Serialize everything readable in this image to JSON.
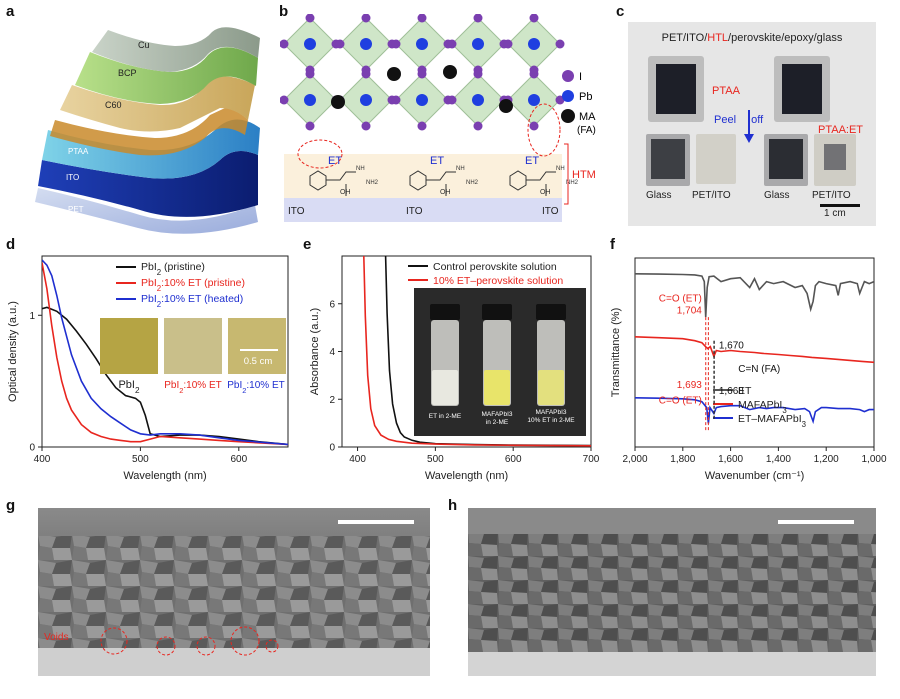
{
  "panels": {
    "a": {
      "label": "a",
      "layers": [
        "Cu",
        "BCP",
        "C60",
        "PTAA",
        "ITO",
        "PET"
      ]
    },
    "b": {
      "label": "b",
      "legend": [
        {
          "symbol": "I",
          "color": "#7a3fb0"
        },
        {
          "symbol": "Pb",
          "color": "#1f3fe0"
        },
        {
          "symbol": "MA",
          "sub": "(FA)",
          "color": "#111111"
        }
      ],
      "htm_label": "HTM",
      "et_label": "ET",
      "ito_label": "ITO",
      "oh_label": "OH",
      "nh2_label": "NH2",
      "nh_label": "NH"
    },
    "c": {
      "label": "c",
      "stack_parts": [
        "PET/ITO/",
        "HTL",
        "/perovskite/epoxy/glass"
      ],
      "ptaa": "PTAA",
      "ptaa_et": "PTAA:ET",
      "peel_word1": "Peel",
      "peel_word2": "off",
      "glass": "Glass",
      "pet_ito": "PET/ITO",
      "scale": "1 cm"
    },
    "g": {
      "label": "g",
      "voids": "Voids"
    },
    "h": {
      "label": "h"
    }
  },
  "chart_data": [
    {
      "panel": "d",
      "type": "line",
      "xlabel": "Wavelength (nm)",
      "ylabel": "Optical density (a.u.)",
      "xlim": [
        400,
        650
      ],
      "ylim": [
        0,
        1.45
      ],
      "xticks": [
        400,
        500,
        600
      ],
      "yticks": [
        0,
        1
      ],
      "series": [
        {
          "name": "PbI2 (pristine)",
          "color": "#111111",
          "x": [
            400,
            405,
            415,
            425,
            435,
            445,
            455,
            465,
            475,
            485,
            495,
            500,
            505,
            510,
            520,
            540,
            560,
            580,
            600,
            620,
            650
          ],
          "y": [
            1.05,
            1.06,
            1.03,
            0.97,
            0.88,
            0.78,
            0.67,
            0.55,
            0.45,
            0.39,
            0.37,
            0.34,
            0.24,
            0.1,
            0.08,
            0.09,
            0.09,
            0.08,
            0.06,
            0.04,
            0.02
          ]
        },
        {
          "name": "PbI2:10% ET (pristine)",
          "color": "#e8261f",
          "x": [
            400,
            405,
            410,
            415,
            420,
            425,
            430,
            440,
            450,
            460,
            470,
            480,
            490,
            500,
            510,
            520,
            540,
            560,
            580,
            600,
            650
          ],
          "y": [
            1.4,
            1.2,
            0.92,
            0.68,
            0.5,
            0.37,
            0.28,
            0.17,
            0.11,
            0.08,
            0.06,
            0.05,
            0.04,
            0.04,
            0.06,
            0.08,
            0.07,
            0.06,
            0.05,
            0.04,
            0.02
          ]
        },
        {
          "name": "PbI2:10% ET (heated)",
          "color": "#1f2fd0",
          "x": [
            400,
            405,
            410,
            415,
            420,
            430,
            440,
            450,
            460,
            470,
            480,
            490,
            500,
            510,
            520,
            540,
            560,
            580,
            600,
            650
          ],
          "y": [
            1.42,
            1.38,
            1.3,
            1.15,
            0.98,
            0.7,
            0.5,
            0.37,
            0.29,
            0.23,
            0.18,
            0.13,
            0.1,
            0.09,
            0.1,
            0.1,
            0.09,
            0.07,
            0.05,
            0.02
          ]
        }
      ],
      "photo_labels": [
        [
          {
            "t": "PbI",
            "c": "#222222"
          },
          {
            "t": "2",
            "c": "#222222",
            "sub": true
          }
        ],
        [
          {
            "t": "PbI",
            "c": "#e8261f"
          },
          {
            "t": "2",
            "c": "#e8261f",
            "sub": true
          },
          {
            "t": ":10% ET",
            "c": "#e8261f"
          }
        ],
        [
          {
            "t": "PbI",
            "c": "#1f2fd0"
          },
          {
            "t": "2",
            "c": "#1f2fd0",
            "sub": true
          },
          {
            "t": ":10% ET",
            "c": "#1f2fd0"
          }
        ]
      ],
      "photo_scale": "0.5 cm"
    },
    {
      "panel": "e",
      "type": "line",
      "xlabel": "Wavelength (nm)",
      "ylabel": "Absorbance (a.u.)",
      "xlim": [
        380,
        700
      ],
      "ylim": [
        0,
        8
      ],
      "xticks": [
        400,
        500,
        600,
        700
      ],
      "yticks": [
        0,
        2,
        4,
        6
      ],
      "series": [
        {
          "name": "Control perovskite solution",
          "color": "#111111",
          "x": [
            436,
            438,
            441,
            445,
            450,
            455,
            460,
            470,
            480,
            500,
            550,
            600,
            700
          ],
          "y": [
            8,
            5.6,
            3.2,
            1.8,
            1.0,
            0.6,
            0.42,
            0.28,
            0.2,
            0.14,
            0.1,
            0.08,
            0.06
          ]
        },
        {
          "name": "10% ET–perovskite solution",
          "color": "#e8261f",
          "x": [
            408,
            410,
            413,
            417,
            422,
            430,
            440,
            450,
            470,
            500,
            550,
            600,
            700
          ],
          "y": [
            8,
            5.5,
            3.0,
            1.6,
            0.9,
            0.5,
            0.32,
            0.24,
            0.16,
            0.12,
            0.09,
            0.07,
            0.05
          ]
        }
      ],
      "vial_labels": [
        "ET in 2-ME",
        "MAFAPbI3 in 2-ME",
        "MAFAPbI3 10% ET in 2-ME"
      ]
    },
    {
      "panel": "f",
      "type": "line",
      "xlabel": "Wavenumber (cm⁻¹)",
      "ylabel": "Transmittance (%)",
      "xlim": [
        2000,
        1000
      ],
      "xticks": [
        2000,
        1800,
        1600,
        1400,
        1200,
        1000
      ],
      "xtick_labels": [
        "2,000",
        "1,800",
        "1,600",
        "1,400",
        "1,200",
        "1,000"
      ],
      "series": [
        {
          "name": "ET",
          "color": "#555555",
          "x": [
            2000,
            1900,
            1800,
            1750,
            1720,
            1710,
            1704,
            1698,
            1690,
            1670,
            1640,
            1600,
            1560,
            1520,
            1500,
            1480,
            1450,
            1420,
            1380,
            1330,
            1300,
            1280,
            1265,
            1255,
            1245,
            1230,
            1200,
            1160,
            1150,
            1140,
            1100,
            1070,
            1060,
            1050,
            1040,
            1020,
            1000
          ],
          "y": [
            100,
            99.8,
            99.6,
            99.4,
            98.8,
            96,
            78,
            93,
            98.5,
            98.8,
            96,
            97.5,
            98,
            93,
            97.5,
            92,
            96,
            95,
            96,
            93,
            94,
            90,
            82,
            86,
            94,
            96,
            95,
            94,
            89,
            95,
            96,
            95,
            90,
            93,
            96,
            95,
            96
          ]
        },
        {
          "name": "MAFAPbI3",
          "color": "#e8261f",
          "x": [
            2000,
            1900,
            1800,
            1750,
            1720,
            1705,
            1695,
            1685,
            1670,
            1660,
            1640,
            1600,
            1560,
            1500,
            1460,
            1400,
            1350,
            1300,
            1260,
            1200,
            1150,
            1100,
            1050,
            1000
          ],
          "y": [
            68,
            67.5,
            67,
            66,
            65,
            63,
            62,
            63,
            58,
            61,
            60.5,
            61,
            60.5,
            60,
            59.5,
            59,
            58.5,
            58,
            57.5,
            57,
            56.5,
            56,
            55.5,
            55
          ]
        },
        {
          "name": "ET–MAFAPbI3",
          "color": "#1f2fd0",
          "x": [
            2000,
            1900,
            1800,
            1750,
            1720,
            1700,
            1693,
            1686,
            1670,
            1660,
            1640,
            1600,
            1560,
            1520,
            1480,
            1450,
            1420,
            1380,
            1330,
            1290,
            1270,
            1255,
            1245,
            1220,
            1200,
            1150,
            1100,
            1060,
            1040,
            1020,
            1000
          ],
          "y": [
            37,
            36.8,
            36.5,
            36,
            35,
            32,
            24,
            32,
            29,
            32,
            32.5,
            33,
            33,
            31,
            32,
            31.5,
            32,
            32,
            31,
            31.5,
            30,
            25,
            30,
            32,
            32,
            31.5,
            31.5,
            31,
            30,
            31,
            31
          ]
        }
      ],
      "annotations": [
        {
          "lines": [
            "C=O (ET)",
            "1,704"
          ],
          "color": "#e8261f"
        },
        {
          "lines": [
            "1,670"
          ],
          "color": "#111111"
        },
        {
          "lines": [
            "C=N (FA)"
          ],
          "color": "#111111"
        },
        {
          "lines": [
            "1,693"
          ],
          "color": "#e8261f"
        },
        {
          "lines": [
            "1,668"
          ],
          "color": "#111111"
        },
        {
          "lines": [
            "C=O (ET)"
          ],
          "color": "#e8261f"
        }
      ]
    }
  ]
}
